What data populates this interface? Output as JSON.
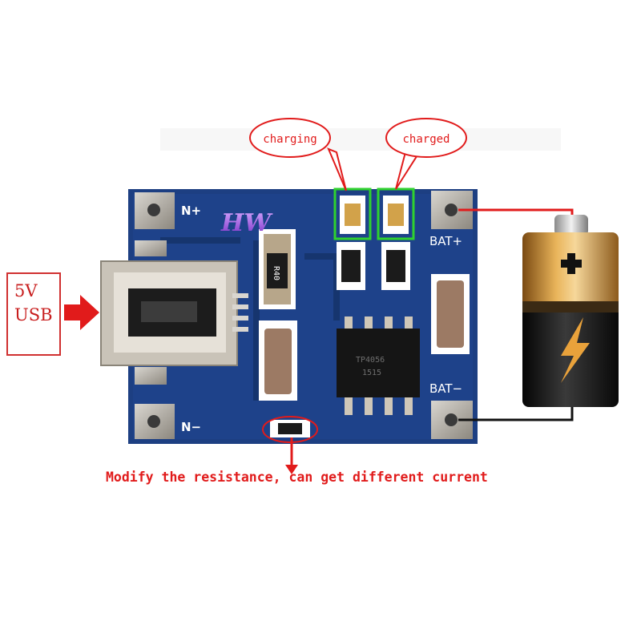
{
  "colors": {
    "annotation_red": "#e11b1b",
    "led_highlight_green": "#2fd22f",
    "board_blue": "#1d3f82",
    "pad_silver": "#b9b3a8",
    "wire_black": "#111111",
    "battery_gold": "#c88a2e"
  },
  "input_label": {
    "line1": "5V",
    "line2": "USB"
  },
  "bubbles": {
    "charging": "charging",
    "charged": "charged"
  },
  "board": {
    "brand": "HW",
    "pin_in_pos": "N+",
    "pin_in_neg": "N−",
    "bat_pos": "BAT+",
    "bat_neg": "BAT−",
    "resistor_top": "R40",
    "chip_line1": "TP4056",
    "chip_line2": "1515"
  },
  "battery": {
    "plus_icon": "plus-sign",
    "bolt_icon": "lightning-bolt-icon"
  },
  "caption": {
    "text": "Modify the resistance, can get different current"
  }
}
